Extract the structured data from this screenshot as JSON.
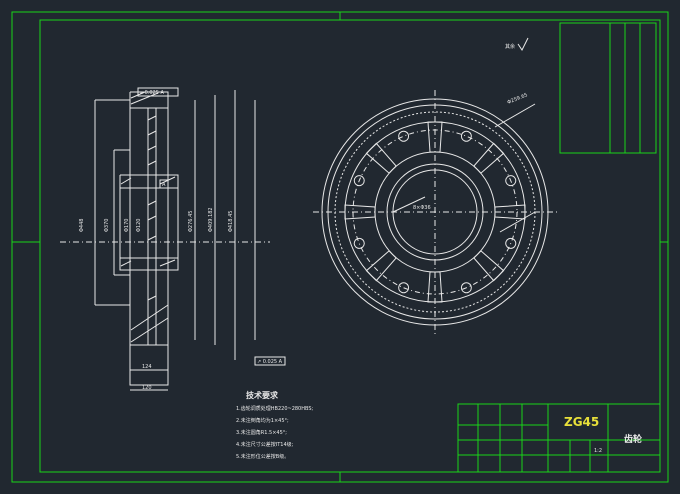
{
  "colors": {
    "background": "#212830",
    "frame": "#19d419",
    "lines": "#e8e8e8",
    "material_text": "#e8e03a"
  },
  "tech_req": {
    "title": "技术要求",
    "items": [
      "1.齿轮调质处理HB220~280HBS;",
      "2.未注倒角均为1×45°;",
      "3.未注圆角R1.5×45°;",
      "4.未注尺寸公差按IT14级;",
      "5.未注形位公差按B级。"
    ]
  },
  "title_block": {
    "material": "ZG45",
    "part_name": "齿轮",
    "scale": "1:2"
  },
  "roughness_note": "其余",
  "dimensions": {
    "d_left": "Φ448",
    "d_mid": "Φ370",
    "d_hub": "Φ170",
    "d_bore": "Φ120",
    "d_r1": "Φ276.45",
    "d_r2": "Φ409.182",
    "d_r3": "Φ418.45",
    "width_a": "124",
    "width_b": "120",
    "pitch_circle": "Φ259.65",
    "hole_note": "8×Φ36"
  },
  "tolerance_frames": {
    "top": "⌀ 0.025 A",
    "bottom": "↗ 0.025 A",
    "datum": "A"
  }
}
